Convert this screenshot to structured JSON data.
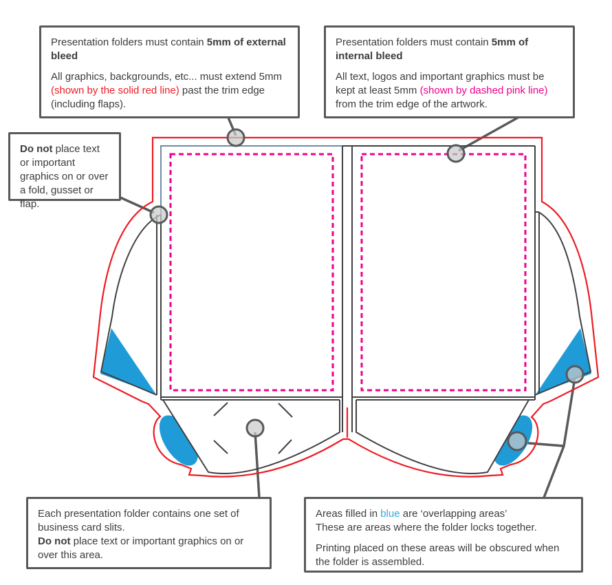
{
  "colors": {
    "red": "#ed1c24",
    "pink": "#ec008c",
    "blue": "#1f9cd7",
    "blue_text": "#29abe2",
    "dark": "#58595b",
    "trim": "#414042",
    "fold": "#6d8ca3",
    "circle_fill": "#c9cacb",
    "text": "#3c3c3e",
    "bg": "#ffffff"
  },
  "callouts": {
    "external_bleed": {
      "paragraphs": [
        [
          {
            "t": "Presentation folders must contain "
          },
          {
            "t": "5mm of external bleed",
            "c": "b"
          }
        ],
        [
          {
            "t": "All graphics, backgrounds, etc... must extend 5mm "
          },
          {
            "t": "(shown by the solid red line)",
            "c": "red"
          },
          {
            "t": " past the trim edge (including flaps)."
          }
        ]
      ]
    },
    "internal_bleed": {
      "paragraphs": [
        [
          {
            "t": "Presentation folders must contain "
          },
          {
            "t": "5mm of internal bleed",
            "c": "b"
          }
        ],
        [
          {
            "t": "All text, logos and important graphics must be kept at least 5mm "
          },
          {
            "t": "(shown by dashed pink line)",
            "c": "pink"
          },
          {
            "t": " from the trim edge of the artwork."
          }
        ]
      ]
    },
    "fold": {
      "paragraphs": [
        [
          {
            "t": "Do not",
            "c": "b"
          },
          {
            "t": " place text or important graphics on or over a fold, gusset or flap."
          }
        ]
      ]
    },
    "card_slits": {
      "paragraphs": [
        [
          {
            "t": "Each presentation folder contains one set of business card slits."
          }
        ],
        [
          {
            "t": "Do not",
            "c": "b"
          },
          {
            "t": " place text or important graphics on or over this area."
          }
        ]
      ]
    },
    "overlap": {
      "paragraphs": [
        [
          {
            "t": "Areas filled in "
          },
          {
            "t": "blue",
            "c": "blue"
          },
          {
            "t": " are ‘overlapping areas’"
          }
        ],
        [
          {
            "t": "These are areas where the folder locks together."
          }
        ],
        [
          {
            "t": "Printing placed on these areas will be obscured when the folder is assembled."
          }
        ]
      ]
    }
  },
  "legend": {
    "bleed_line": "solid red line = 5mm external bleed",
    "safe_line": "dashed pink line = 5mm internal bleed",
    "overlap_fill": "blue = overlapping areas"
  }
}
